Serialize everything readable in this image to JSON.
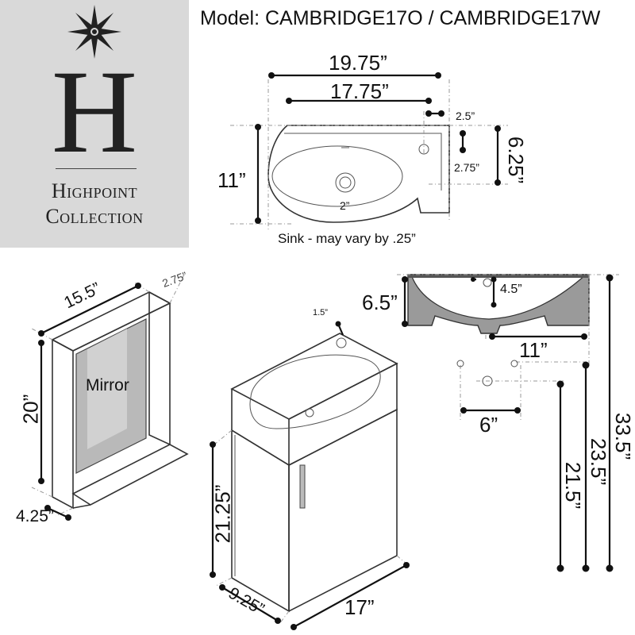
{
  "model_title": "Model: CAMBRIDGE17O / CAMBRIDGE17W",
  "brand": {
    "letter": "H",
    "line1": "Highpoint",
    "line2": "Collection",
    "emblem": "star-emblem-icon"
  },
  "sink_plan": {
    "width_outer": "19.75”",
    "width_inner": "17.75”",
    "faucet_offset": "2.5”",
    "faucet_from_edge": "2.75”",
    "depth_right": "6.25”",
    "depth_left": "11”",
    "drain": "2”",
    "caption": "Sink - may vary by .25”"
  },
  "mirror": {
    "width": "15.5”",
    "depth": "2.75”",
    "height": "20”",
    "shelf": "4.25”",
    "label": "Mirror"
  },
  "vanity": {
    "faucet_hole": "1.5”",
    "cabinet_height": "21.25”",
    "side_depth": "9.25”",
    "front_width": "17”"
  },
  "sink_side": {
    "basin_depth": "6.5”",
    "inner_depth": "4.5”",
    "bottom_width": "11”",
    "drain_spacing": "6”",
    "height_1": "21.5”",
    "height_2": "23.5”",
    "height_3": "33.5”"
  }
}
